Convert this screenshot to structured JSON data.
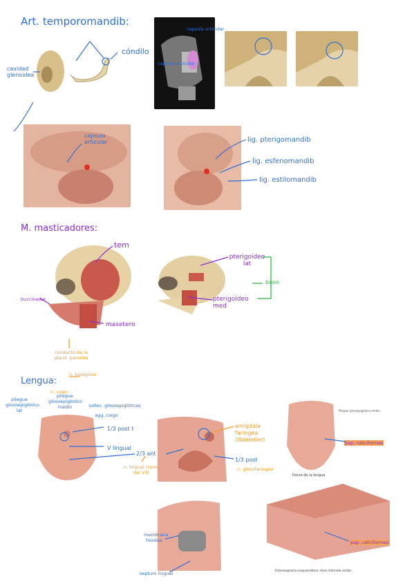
{
  "sections": {
    "atm_title": "Art. temporomandib:",
    "masticadores_title": "M. masticadores:",
    "lengua_title": "Lengua:"
  },
  "atm": {
    "cavidad_glenoidea": "cavidad glenoidea",
    "condilo": "cóndilo",
    "capsula_articular": "capsula articular",
    "lig_pterigomandib": "lig. pterigomandib",
    "lig_esfenomandib": "lig. esfenomandib",
    "lig_estilomandib": "lig. estilomandib",
    "dark_upper": "capsula articular",
    "dark_lower": "capsula articular"
  },
  "masticadores": {
    "tem": "tem",
    "pterigoideo_lat": "pterigoideo lat",
    "pterigoideo_med": "pterigoideo med",
    "buccinador": "buccinador",
    "masetero": "masetero",
    "conducto": "conducto de la gland. parotida",
    "boon": "boon"
  },
  "lengua": {
    "n_hipoglolo": "n. hipogloso",
    "n_vago": "n. vago",
    "pliegue_glosoepiglotico_lat": "pliegue glosoepiglotico lat",
    "pliegue_glosoepiglotico_medio": "pliegue glosoepiglotico medio",
    "valleculas": "vallec. glosoepiglóticas",
    "agg_ciego": "agg. ciego",
    "tercio_post": "1/3 post t",
    "v_lingual": "V lingual",
    "dos_tercios_ant": "2/3 ant",
    "n_lingual": "n. lingual (rama del V3)",
    "amigdala": "amígdala faringea (Waldeller)",
    "tercio_post2": "1/3 post",
    "n_glosofaringeo": "n. glosofaringeo",
    "pap_caliciformes": "pap. caliciformes",
    "pap_caliciformes2": "pap. caliciformes",
    "membrana_hioidea": "membrana hioidea",
    "septum_lingual": "septum lingual",
    "dorso_lengua": "Dorso de la lengua",
    "atlas_small": "Pliegue glosoepiglótico medio",
    "atlas_caption": "Estereograma esquemático: área indicada arriba"
  }
}
